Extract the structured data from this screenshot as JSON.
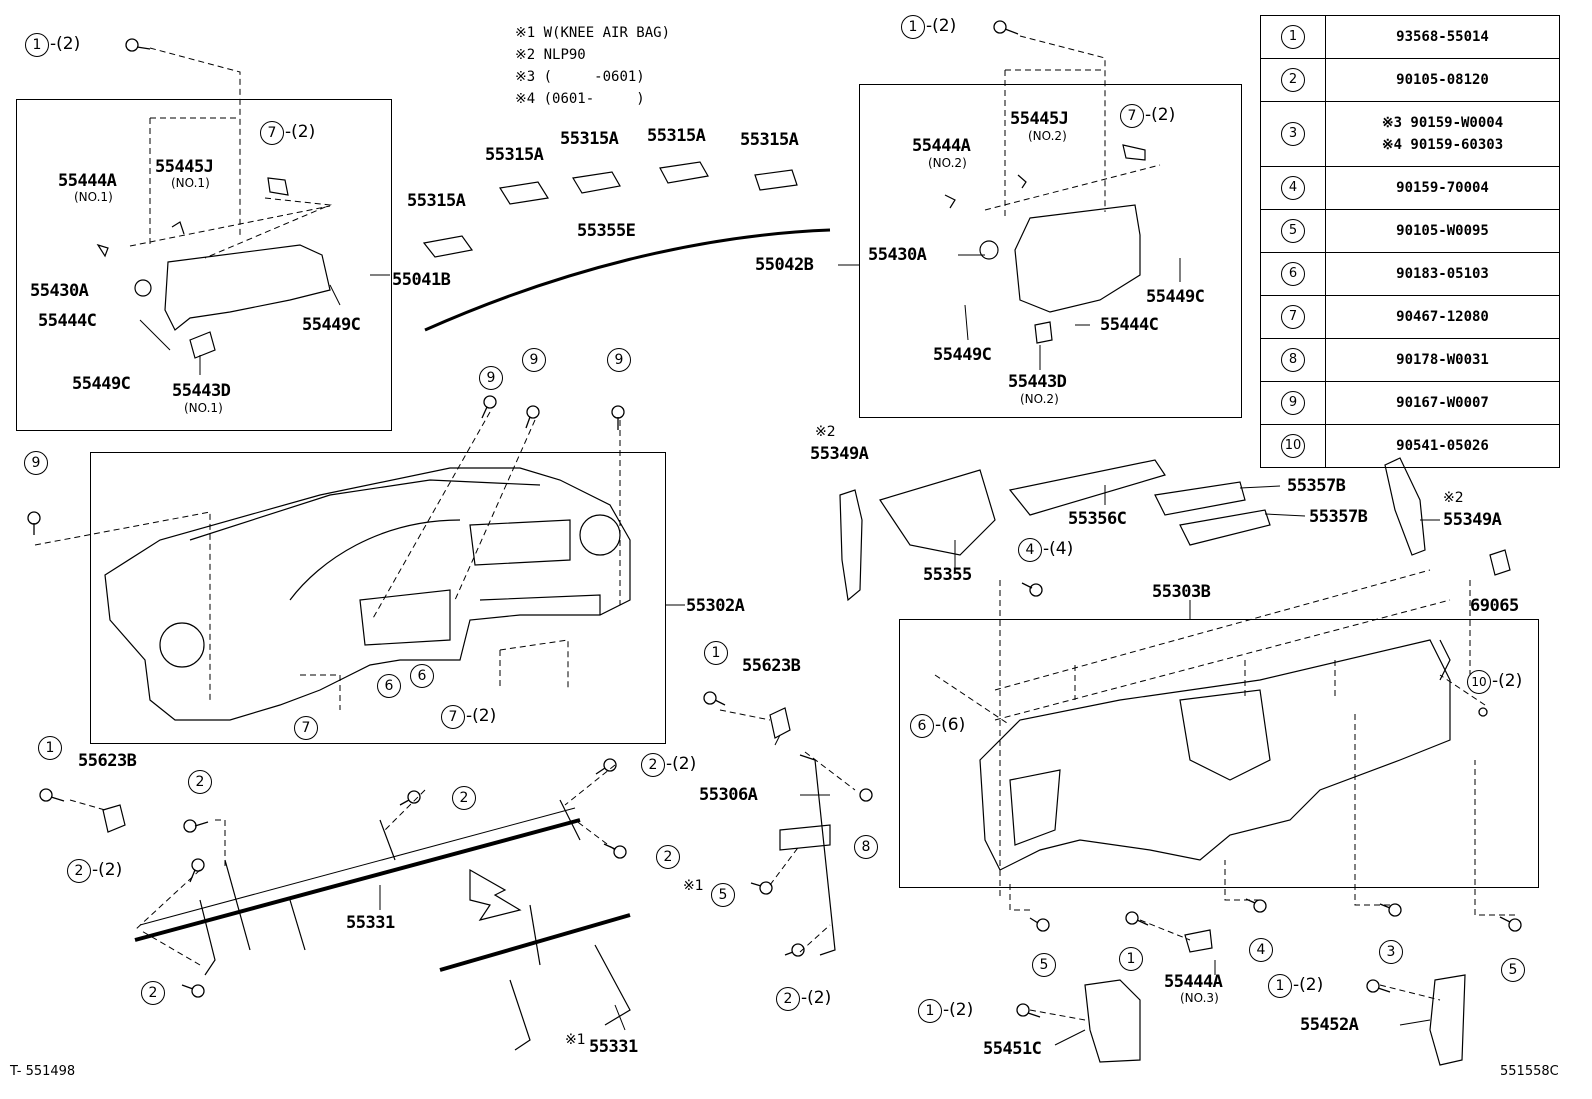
{
  "notes": [
    "※1 W(KNEE AIR BAG)",
    "※2 NLP90",
    "※3 (     -0601)",
    "※4 (0601-     )"
  ],
  "parts_table": [
    {
      "key": "1",
      "values": [
        "93568-55014"
      ]
    },
    {
      "key": "2",
      "values": [
        "90105-08120"
      ]
    },
    {
      "key": "3",
      "values": [
        "※3 90159-W0004",
        "※4 90159-60303"
      ]
    },
    {
      "key": "4",
      "values": [
        "90159-70004"
      ]
    },
    {
      "key": "5",
      "values": [
        "90105-W0095"
      ]
    },
    {
      "key": "6",
      "values": [
        "90183-05103"
      ]
    },
    {
      "key": "7",
      "values": [
        "90467-12080"
      ]
    },
    {
      "key": "8",
      "values": [
        "90178-W0031"
      ]
    },
    {
      "key": "9",
      "values": [
        "90167-W0007"
      ]
    },
    {
      "key": "10",
      "values": [
        "90541-05026"
      ]
    }
  ],
  "labels": {
    "p55444A_1": "55444A",
    "p55444A_1_sub": "(NO.1)",
    "p55445J_1": "55445J",
    "p55445J_1_sub": "(NO.1)",
    "p55041B": "55041B",
    "p55430A_1": "55430A",
    "p55444C_1": "55444C",
    "p55449C_1": "55449C",
    "p55449C_2": "55449C",
    "p55443D_1": "55443D",
    "p55443D_1_sub": "(NO.1)",
    "p55315A_1": "55315A",
    "p55315A_2": "55315A",
    "p55315A_3": "55315A",
    "p55315A_4": "55315A",
    "p55315A_5": "55315A",
    "p55355E": "55355E",
    "p55042B": "55042B",
    "p55444A_2": "55444A",
    "p55444A_2_sub": "(NO.2)",
    "p55445J_2": "55445J",
    "p55445J_2_sub": "(NO.2)",
    "p55430A_2": "55430A",
    "p55449C_3": "55449C",
    "p55449C_4": "55449C",
    "p55444C_2": "55444C",
    "p55443D_2": "55443D",
    "p55443D_2_sub": "(NO.2)",
    "p55302A": "55302A",
    "p55349A_1": "55349A",
    "p55349A_2": "55349A",
    "p55356C": "55356C",
    "p55357B_1": "55357B",
    "p55357B_2": "55357B",
    "p55355": "55355",
    "p55303B": "55303B",
    "p69065": "69065",
    "p55623B_1": "55623B",
    "p55623B_2": "55623B",
    "p55306A": "55306A",
    "p55331_1": "55331",
    "p55331_2": "55331",
    "p55444A_3": "55444A",
    "p55444A_3_sub": "(NO.3)",
    "p55451C": "55451C",
    "p55452A": "55452A"
  },
  "callouts": {
    "c1": "1",
    "c2": "2",
    "c3": "3",
    "c4": "4",
    "c5": "5",
    "c6": "6",
    "c7": "7",
    "c8": "8",
    "c9": "9",
    "c10": "10",
    "q2": "-(2)",
    "q4": "-(4)",
    "q6": "-(6)"
  },
  "marks": {
    "m1": "※1",
    "m2": "※2"
  },
  "footer": {
    "left": "T- 551498",
    "right": "551558C"
  }
}
